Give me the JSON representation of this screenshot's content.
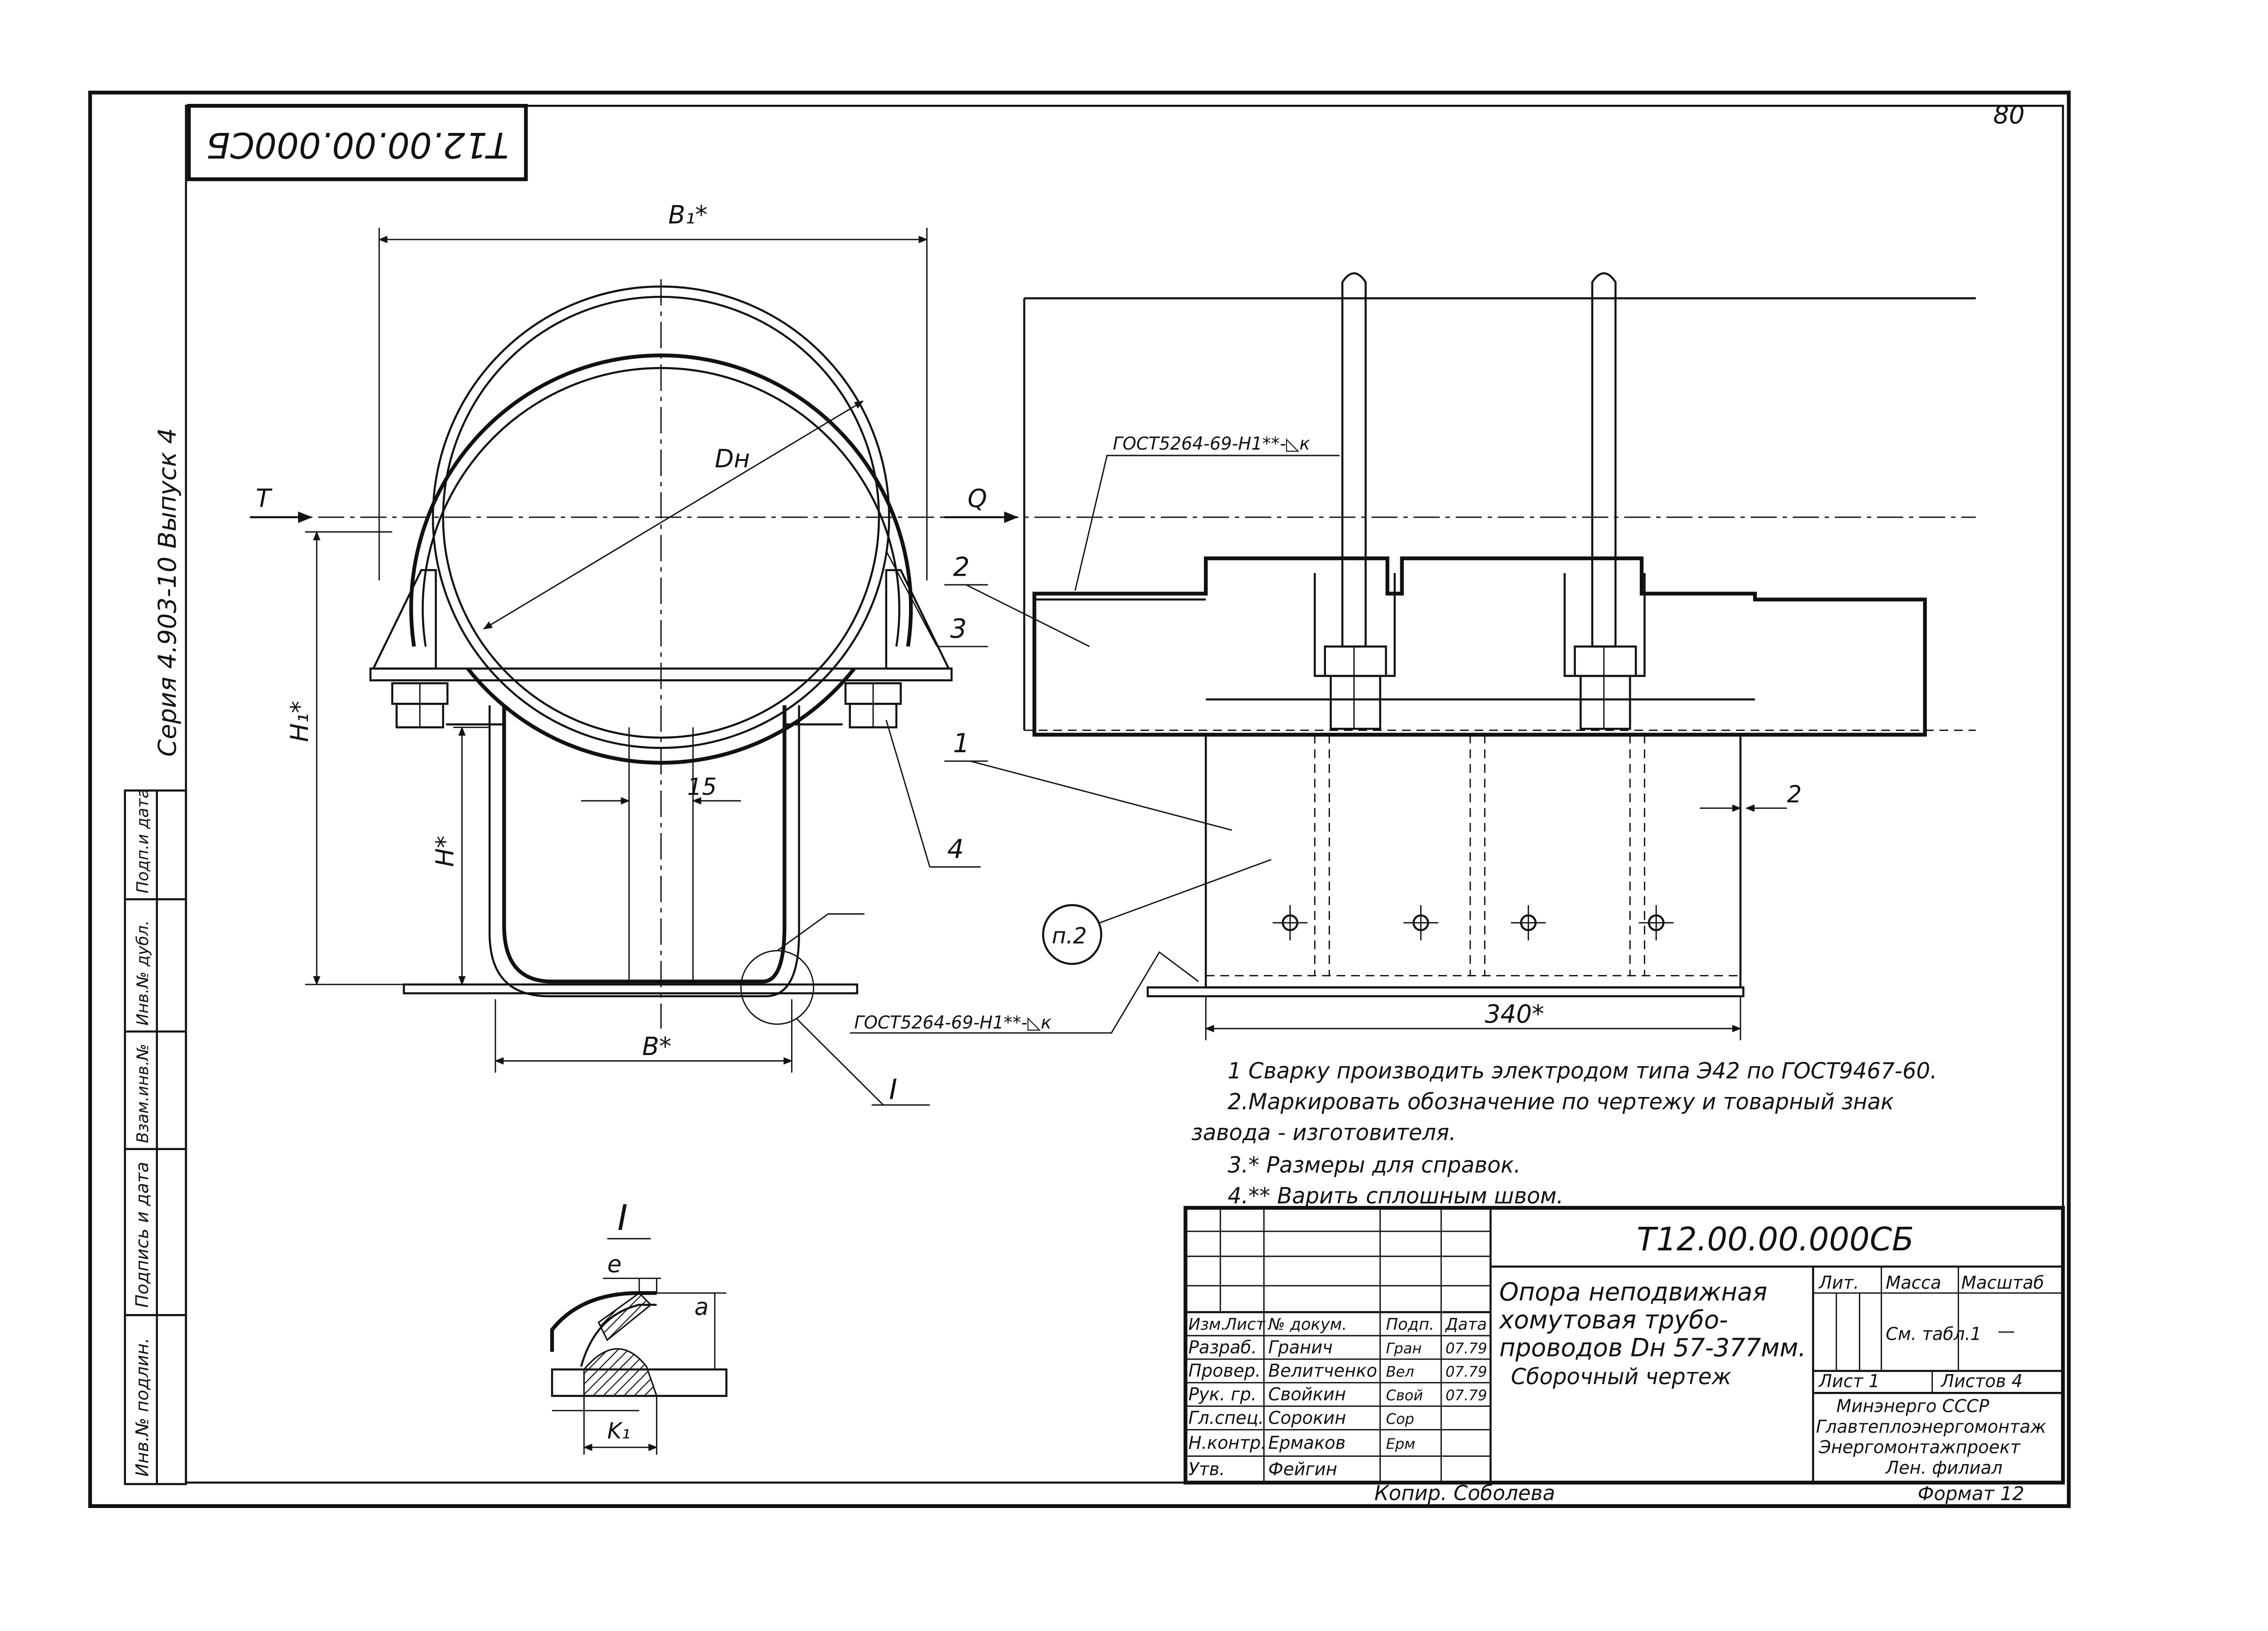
{
  "page_number": "80",
  "drawing_code": "Т12.00.00.000СБ",
  "drawing_code_rotated": "Т12.00.00.000СБ",
  "series": "Серия 4.903-10  Выпуск 4",
  "dimensions": {
    "b1": "B₁*",
    "dn": "Dн",
    "h1": "H₁*",
    "h": "H*",
    "b": "B*",
    "d15": "15",
    "d2": "2",
    "d340": "340*",
    "e": "e",
    "a": "a",
    "k1": "K₁"
  },
  "loads": {
    "t": "T",
    "q": "Q"
  },
  "positions": [
    "1",
    "2",
    "3",
    "4"
  ],
  "detail_ref": "I",
  "detail_title": "I",
  "note_ref": "п.2",
  "weld_symbol_top": "ГОСТ5264-69-Н1**-◺к",
  "weld_symbol_bottom": "ГОСТ5264-69-Н1**-◺к",
  "notes": [
    "1 Сварку производить электродом типа Э42 по ГОСТ9467-60.",
    "2.Маркировать обозначение по чертежу и товарный знак",
    "завода - изготовителя.",
    "3.* Размеры для справок.",
    "4.** Варить сплошным швом."
  ],
  "side_stamp": [
    "Инв.№ подлин.",
    "Подпись и дата",
    "Взам.инв.№",
    "Инв.№ дубл.",
    "Подп.и дата"
  ],
  "title_block": {
    "code": "Т12.00.00.000СБ",
    "name_lines": [
      "Опора неподвижная",
      "хомутовая трубо-",
      "проводов Dн 57-377мм.",
      "Сборочный чертеж"
    ],
    "col_headers": [
      "Изм.",
      "Лист",
      "№ докум.",
      "Подп.",
      "Дата"
    ],
    "rows": [
      {
        "role": "Разраб.",
        "name": "Гранич",
        "sign": "Гран",
        "date": "07.79"
      },
      {
        "role": "Провер.",
        "name": "Велитченко",
        "sign": "Вел",
        "date": "07.79"
      },
      {
        "role": "Рук. гр.",
        "name": "Свойкин",
        "sign": "Свой",
        "date": "07.79"
      },
      {
        "role": "Гл.спец.",
        "name": "Сорокин",
        "sign": "Сор",
        "date": ""
      },
      {
        "role": "Н.контр.",
        "name": "Ермаков",
        "sign": "Ерм",
        "date": ""
      },
      {
        "role": "Утв.",
        "name": "Фейгин",
        "sign": "",
        "date": ""
      }
    ],
    "lit": "Лит.",
    "mass": "Масса",
    "scale": "Масштаб",
    "mass_value": "См. табл.1",
    "scale_value": "—",
    "sheet": "Лист 1",
    "sheets": "Листов 4",
    "org": [
      "Минэнерго СССР",
      "Главтеплоэнергомонтаж",
      "Энергомонтажпроект",
      "Лен. филиал"
    ]
  },
  "copied_by": "Копир. Соболева",
  "format": "Формат 12"
}
